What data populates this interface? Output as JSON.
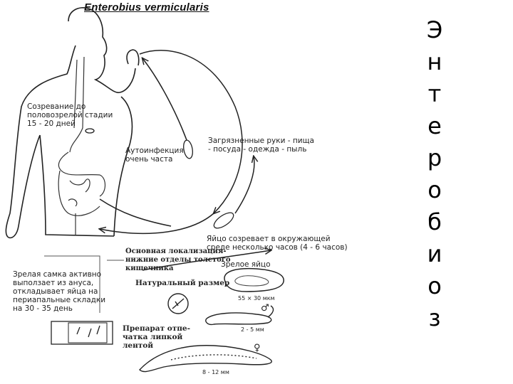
{
  "title": "Enterobius vermicularis",
  "labels": {
    "maturation": "Созревание до\nполовозрелой стадии\n15 - 20 дней",
    "autoinfection": "Аутоинфекция\nочень часта",
    "dirty_hands": "Загрязненные руки - пища\n- посуда - одежда - пыль",
    "egg_matures": "Яйцо созревает в окружающей\nсреде несколько часов (4 - 6 часов)",
    "main_localization": "Основная локализация-\nнижние отделы толстого\nкишечника",
    "female_exits": "Зрелая самка активно\nвыползает из ануса,\nоткладывает яйца на\nпериапальные складки\nна 30 - 35 день",
    "natural_size": "Натуральный размер",
    "mature_egg": "Зрелое яйцо",
    "egg_size": "55 × 30 мкм",
    "male_size": "2 - 5 мм",
    "female_size": "8 - 12 мм",
    "preparation": "Препарат отпе-\nчатка липкой\nлентой"
  },
  "side_word": [
    "Э",
    "н",
    "т",
    "е",
    "р",
    "о",
    "б",
    "и",
    "о",
    "з"
  ]
}
